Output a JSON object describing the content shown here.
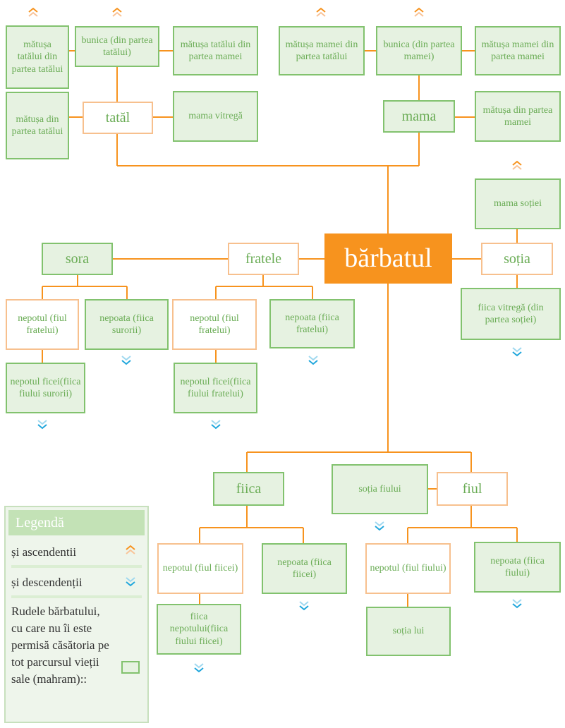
{
  "colors": {
    "line": "#f7931e",
    "green_border": "#82c26e",
    "green_fill": "#e6f2e1",
    "orange_border": "#f7c08e",
    "main": "#f7931e"
  },
  "nodes": {
    "matusa_tatalui_1": "mătușa tatălui din partea tatălui",
    "bunica_tata": "bunica (din partea tatălui)",
    "matusa_tatalui_mama": "mătușa tatălui din partea mamei",
    "matusa_tata_partea_tatalui": "mătușa din partea tatălui",
    "tatal": "tatăl",
    "mama_vitrega": "mama vitregă",
    "matusa_mamei_tata": "mătușa mamei din partea tatălui",
    "bunica_mama": "bunica (din partea mamei)",
    "matusa_mamei_mama": "mătușa mamei din partea mamei",
    "mama": "mama",
    "matusa_partea_mamei": "mătușa din partea mamei",
    "mama_sotiei": "mama soției",
    "barbatul": "bărbatul",
    "fratele": "fratele",
    "sora": "sora",
    "sotia": "soția",
    "fiica_vitrega": "fiica vitregă (din partea soției)",
    "nepotul_sora": "nepotul (fiul fratelui)",
    "nepoata_sora": "nepoata (fiica surorii)",
    "nepotul_frate": "nepotul (fiul fratelui)",
    "nepoata_frate": "nepoata (fiica fratelui)",
    "strnepot_sora": "nepotul ficei(fiica fiului surorii)",
    "strnepot_frate": "nepotul ficei(fiica fiului fratelui)",
    "fiica": "fiica",
    "sotia_fiului": "soția fiului",
    "fiul": "fiul",
    "nepotul_fiica": "nepotul (fiul fiicei)",
    "nepoata_fiica": "nepoata (fiica fiicei)",
    "nepotul_fiul": "nepotul (fiul fiului)",
    "nepoata_fiul": "nepoata (fiica fiului)",
    "fiica_nepotului": "fiica nepotului(fiica fiului fiicei)",
    "sotia_lui": "soția lui"
  },
  "legend": {
    "title": "Legendă",
    "ascendants": "și ascendentii",
    "descendants": "și descendenții",
    "mahram": "Rudele bărbatului, cu care nu îi este permisă căsătoria pe tot parcursul vieții sale (mahram)::"
  },
  "icons": {
    "up": "double-chevron-up-icon",
    "down": "double-chevron-down-icon"
  }
}
